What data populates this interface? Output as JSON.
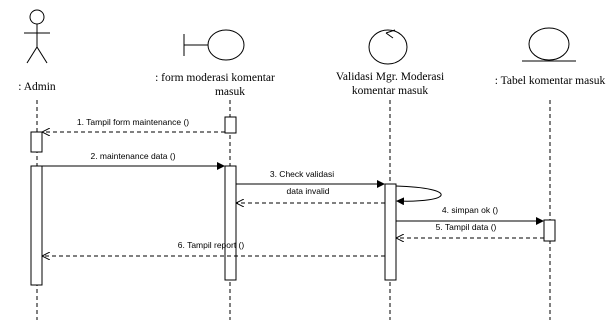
{
  "participants": [
    {
      "id": "admin",
      "label_lines": [
        ": Admin"
      ]
    },
    {
      "id": "form",
      "label_lines": [
        ": form moderasi komentar",
        "masuk"
      ]
    },
    {
      "id": "validasi",
      "label_lines": [
        "Validasi Mgr. Moderasi",
        "komentar masuk"
      ]
    },
    {
      "id": "tabel",
      "label_lines": [
        ": Tabel komentar masuk"
      ]
    }
  ],
  "messages": [
    {
      "id": "m1",
      "text": "1. Tampil form maintenance ()"
    },
    {
      "id": "m2",
      "text": "2. maintenance data ()"
    },
    {
      "id": "m3",
      "text": "3. Check validasi"
    },
    {
      "id": "m3b",
      "text": "data invalid"
    },
    {
      "id": "m4",
      "text": "4. simpan ok ()"
    },
    {
      "id": "m5",
      "text": "5. Tampil data ()"
    },
    {
      "id": "m6",
      "text": "6. Tampil report ()"
    }
  ]
}
